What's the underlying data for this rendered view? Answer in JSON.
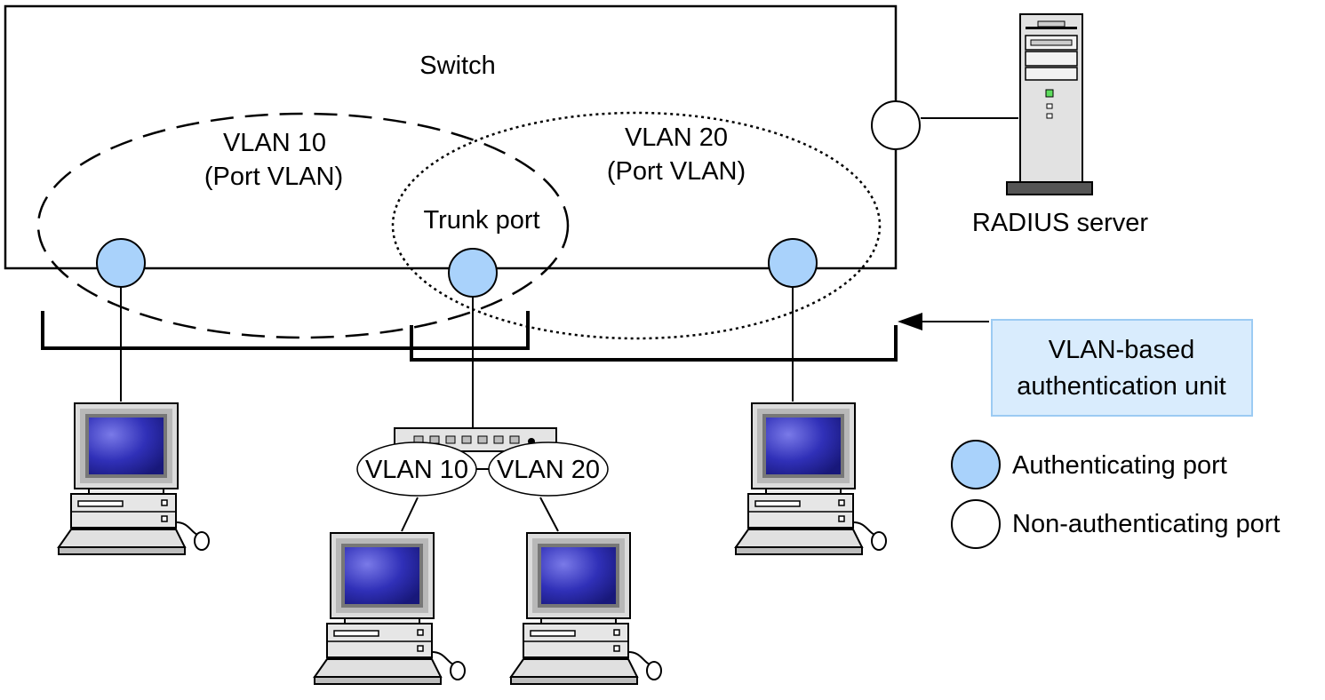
{
  "switch": {
    "title": "Switch",
    "vlan10": {
      "name": "VLAN 10",
      "type": "(Port VLAN)"
    },
    "vlan20": {
      "name": "VLAN 20",
      "type": "(Port VLAN)"
    },
    "trunk_port_label": "Trunk port"
  },
  "server": {
    "label": "RADIUS server"
  },
  "hub": {
    "tag_left": "VLAN 10",
    "tag_right": "VLAN 20"
  },
  "callout": {
    "line1": "VLAN-based",
    "line2": "authentication unit"
  },
  "legend": {
    "authenticating": "Authenticating port",
    "non_authenticating": "Non-authenticating port"
  },
  "colors": {
    "authenticating_port": "#a9d2fb",
    "non_authenticating_port": "#ffffff",
    "callout_fill": "#d9ecfd",
    "callout_border": "#9ccbf3",
    "screen_dark": "#18187a",
    "screen_light": "#7a7ae8"
  },
  "icons": {
    "server": "server-tower-icon",
    "computer": "desktop-computer-icon",
    "hub": "network-hub-icon"
  }
}
